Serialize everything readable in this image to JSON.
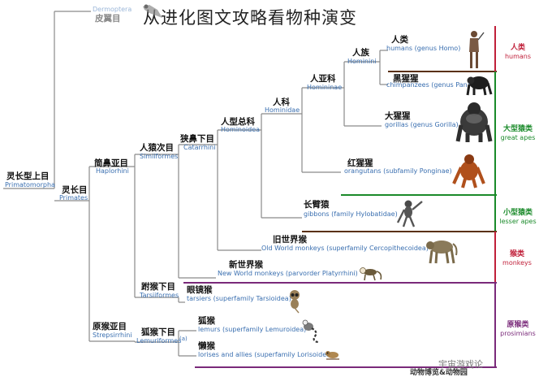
{
  "title": "从进化图文攻略看物种演变",
  "watermark": "宇宙游戏论",
  "credit": "动物博览&动物园",
  "nodes": {
    "dermoptera": {
      "en": "Dermoptera",
      "cn": "皮翼目"
    },
    "primatomorpha": {
      "en": "Primatomorpha",
      "cn": "灵长型上目"
    },
    "primates": {
      "en": "Primates",
      "cn": "灵长目"
    },
    "haplorhini": {
      "en": "Haplorhini",
      "cn": "简鼻亚目"
    },
    "simiiformes": {
      "en": "Simiiformes",
      "cn": "人猿次目"
    },
    "catarrhini": {
      "en": "Catarrhini",
      "cn": "狭鼻下目"
    },
    "hominoidea": {
      "en": "Hominoidea",
      "cn": "人型总科"
    },
    "hominidae": {
      "en": "Hominidae",
      "cn": "人科"
    },
    "homininae": {
      "en": "Homininae",
      "cn": "人亚科"
    },
    "hominini": {
      "en": "Hominini",
      "cn": "人族"
    },
    "humans": {
      "en": "humans (genus Homo)",
      "cn": "人类"
    },
    "chimps": {
      "en": "chimpanzees (genus Pan)",
      "cn": "黑猩猩"
    },
    "gorillas": {
      "en": "gorillas (genus Gorilla)",
      "cn": "大猩猩"
    },
    "orangutans": {
      "en": "orangutans (subfamily Ponginae)",
      "cn": "红猩猩"
    },
    "gibbons": {
      "en": "gibbons (family Hylobatidae)",
      "cn": "长臂猿"
    },
    "oldworld": {
      "en": "Old World monkeys (superfamily Cercopithecoidea)",
      "cn": "旧世界猴"
    },
    "newworld": {
      "en": "New World monkeys (parvorder Platyrrhini)",
      "cn": "新世界猴"
    },
    "tarsiiformes": {
      "en": "Tarsiiformes",
      "cn": "跗猴下目"
    },
    "tarsiers": {
      "en": "tarsiers (superfamily Tarsioidea)",
      "cn": "眼镜猴"
    },
    "strepsirrhini": {
      "en": "Strepsirrhini",
      "cn": "原猴亚目"
    },
    "lemuriformes": {
      "en": "Lemuriformes",
      "cn": "狐猴下目",
      "note": "(a)"
    },
    "lemurs": {
      "en": "lemurs (superfamily Lemuroidea)",
      "cn": "狐猴"
    },
    "lorises": {
      "en": "lorises and allies (superfamily Lorisoidea)",
      "cn": "懒猴"
    }
  },
  "groups": {
    "humans": {
      "cn": "人类",
      "en": "humans",
      "color": "#c0203a"
    },
    "great_apes": {
      "cn": "大型猿类",
      "en": "great apes",
      "color": "#1a8a2a"
    },
    "lesser_apes": {
      "cn": "小型猿类",
      "en": "lesser apes",
      "color": "#1a8a2a"
    },
    "monkeys": {
      "cn": "猴类",
      "en": "monkeys",
      "color": "#c0203a"
    },
    "prosimians": {
      "cn": "原猴类",
      "en": "prosimians",
      "color": "#7a2a7a"
    }
  }
}
